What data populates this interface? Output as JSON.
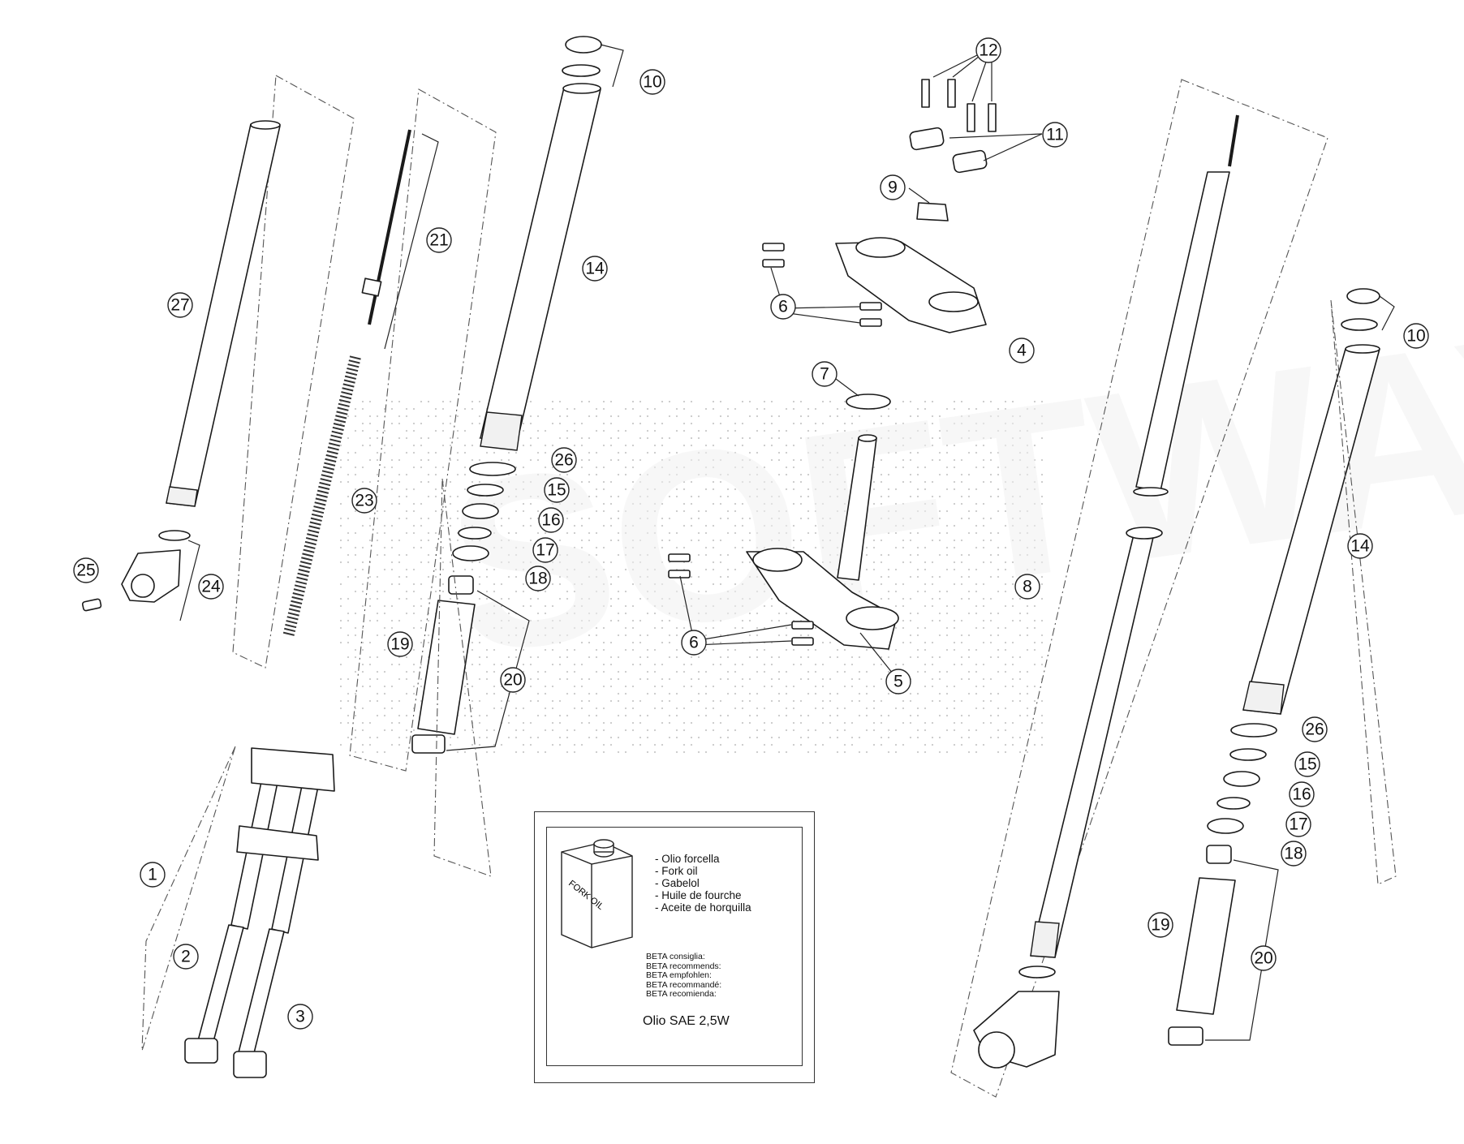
{
  "diagram": {
    "callouts": [
      "1",
      "2",
      "3",
      "4",
      "5",
      "6",
      "7",
      "8",
      "9",
      "10",
      "11",
      "12",
      "14",
      "15",
      "16",
      "17",
      "18",
      "19",
      "20",
      "21",
      "23",
      "24",
      "25",
      "26",
      "27"
    ],
    "watermark_text": "SOFTWAY"
  },
  "oil_box": {
    "can_label": "FORK OIL",
    "lines": [
      "- Olio forcella",
      "- Fork oil",
      "- Gabelol",
      "- Huile de fourche",
      "- Aceite de horquilla"
    ],
    "recommend": [
      "BETA consiglia:",
      "BETA recommends:",
      "BETA empfohlen:",
      "BETA recommandé:",
      "BETA recomienda:"
    ],
    "spec": "Olio SAE 2,5W"
  }
}
